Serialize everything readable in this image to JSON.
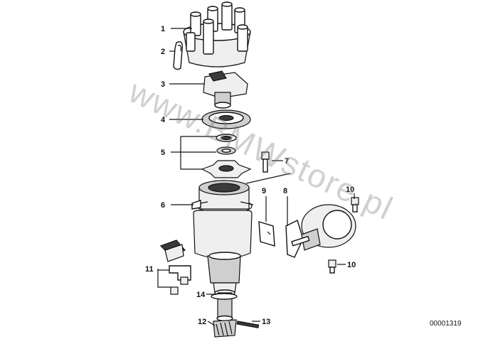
{
  "callouts": {
    "c1": "1",
    "c2": "2",
    "c3": "3",
    "c4": "4",
    "c5": "5",
    "c6": "6",
    "c7": "7",
    "c8": "8",
    "c9": "9",
    "c10a": "10",
    "c10b": "10",
    "c11": "11",
    "c12": "12",
    "c13": "13",
    "c14": "14"
  },
  "watermark": "www.BMWstore.pl",
  "document_id": "00001319"
}
